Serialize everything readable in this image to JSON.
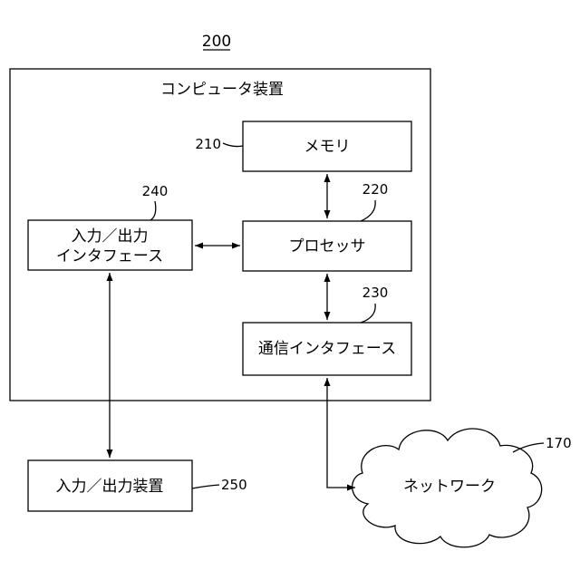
{
  "figure_ref": "200",
  "computer": {
    "title": "コンピュータ装置",
    "memory": {
      "label": "メモリ",
      "ref": "210"
    },
    "processor": {
      "label": "プロセッサ",
      "ref": "220"
    },
    "comm_interface": {
      "label": "通信インタフェース",
      "ref": "230"
    },
    "io_interface": {
      "line1": "入力／出力",
      "line2": "インタフェース",
      "ref": "240"
    }
  },
  "io_device": {
    "label": "入力／出力装置",
    "ref": "250"
  },
  "network": {
    "label": "ネットワーク",
    "ref": "170"
  }
}
